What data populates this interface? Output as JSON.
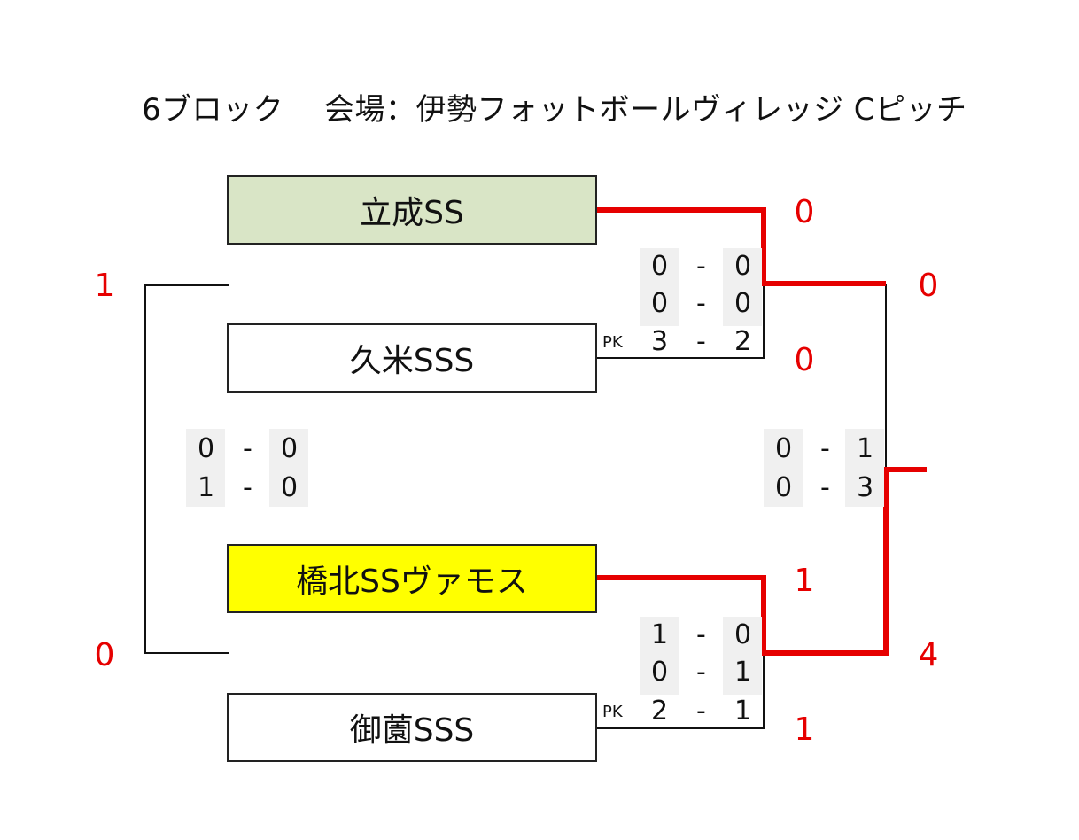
{
  "title": "6ブロック　 会場：伊勢フォットボールヴィレッジ Cピッチ",
  "teams": [
    {
      "name": "立成SS",
      "fill": "#d9e5c6"
    },
    {
      "name": "久米SSS",
      "fill": "#ffffff"
    },
    {
      "name": "橋北SSヴァモス",
      "fill": "#ffff00"
    },
    {
      "name": "御薗SSS",
      "fill": "#ffffff"
    }
  ],
  "match1": {
    "team1_score": "0",
    "team2_score": "0",
    "h1": [
      "0",
      "0"
    ],
    "h2": [
      "0",
      "0"
    ],
    "pk_label": "PK",
    "pk": [
      "3",
      "2"
    ],
    "dash": "-"
  },
  "match2": {
    "team1_score": "1",
    "team2_score": "1",
    "h1": [
      "1",
      "0"
    ],
    "h2": [
      "0",
      "1"
    ],
    "pk_label": "PK",
    "pk": [
      "2",
      "1"
    ],
    "dash": "-"
  },
  "third_place": {
    "top_score": "1",
    "bottom_score": "0",
    "h1": [
      "0",
      "0"
    ],
    "h2": [
      "1",
      "0"
    ],
    "dash": "-"
  },
  "final": {
    "top_score": "0",
    "bottom_score": "4",
    "h1": [
      "0",
      "1"
    ],
    "h2": [
      "0",
      "3"
    ],
    "dash": "-"
  },
  "colors": {
    "winner_line": "#e60000",
    "score_red": "#e60000",
    "score_cell": "#f0f0f0"
  }
}
